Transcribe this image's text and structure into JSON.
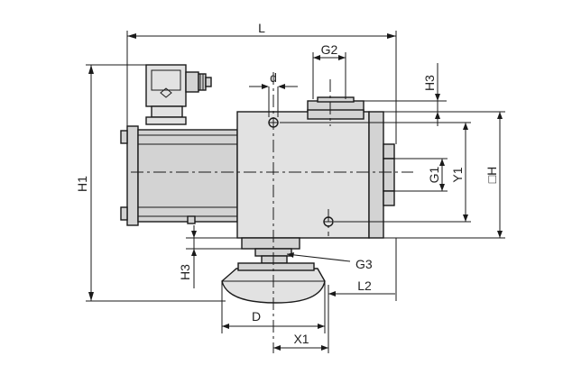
{
  "diagram": {
    "labels": {
      "L": "L",
      "G2": "G2",
      "d": "d",
      "H3_top": "H3",
      "G1": "G1",
      "Y1": "Y1",
      "H": "□H",
      "H1": "H1",
      "H3_bottom": "H3",
      "G3": "G3",
      "L2": "L2",
      "D": "D",
      "X1": "X1"
    }
  }
}
